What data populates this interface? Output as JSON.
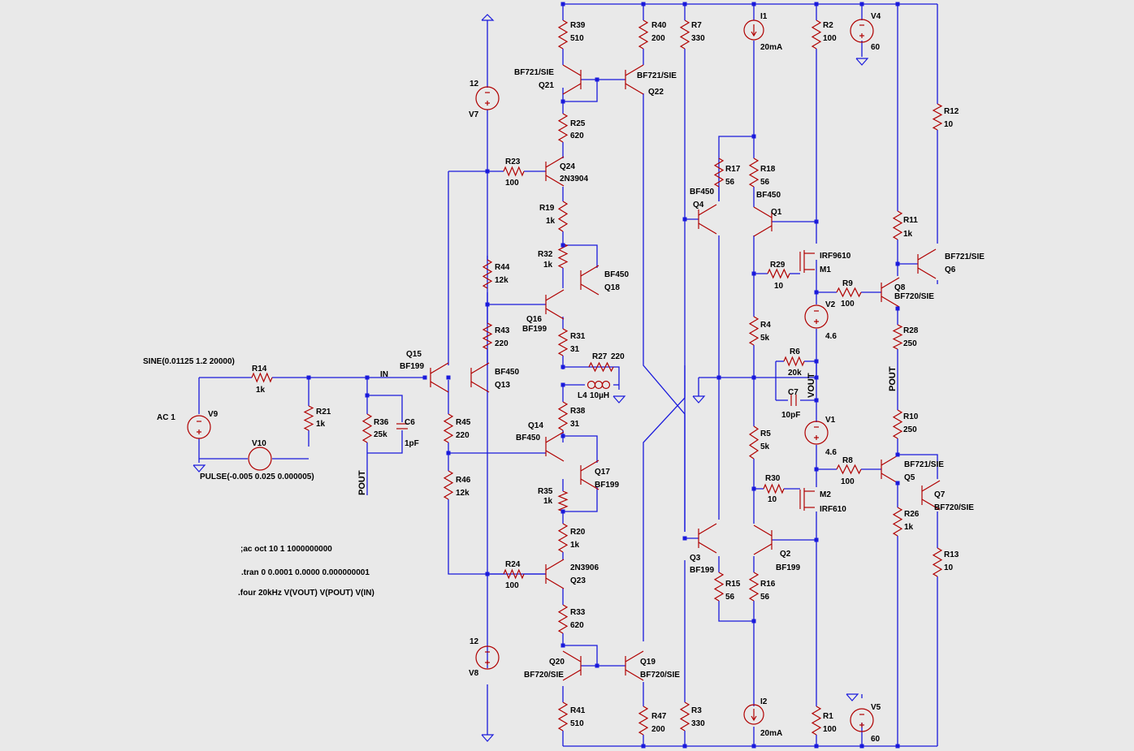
{
  "colors": {
    "background": "#e9e9e9",
    "wire": "#1a1adc",
    "component": "#b00000",
    "ground": "#1a1adc",
    "text": "#000000"
  },
  "labels": {
    "r39": "R39",
    "v510a": "510",
    "r40": "R40",
    "v200a": "200",
    "r7": "R7",
    "v330a": "330",
    "i1": "I1",
    "v20ma_a": "20mA",
    "r2": "R2",
    "v100a": "100",
    "v4": "V4",
    "v60a": "60",
    "v7_val": "12",
    "v7": "V7",
    "bf721_q21": "BF721/SIE",
    "q21": "Q21",
    "bf721_q22": "BF721/SIE",
    "q22": "Q22",
    "r25": "R25",
    "v620a": "620",
    "r23": "R23",
    "v100b": "100",
    "q24": "Q24",
    "n2n3904": "2N3904",
    "r12": "R12",
    "v10a": "10",
    "r17": "R17",
    "v56a": "56",
    "r18": "R18",
    "v56b": "56",
    "bf450_q4": "BF450",
    "bf450_q1": "BF450",
    "q4": "Q4",
    "q1": "Q1",
    "r19": "R19",
    "v1ka": "1k",
    "r11": "R11",
    "v1kb": "1k",
    "bf721_q6": "BF721/SIE",
    "q6": "Q6",
    "r32": "R32",
    "v1kc": "1k",
    "bf450_q18": "BF450",
    "q18": "Q18",
    "irf9610": "IRF9610",
    "m1": "M1",
    "r29": "R29",
    "v10b": "10",
    "r44": "R44",
    "v12ka": "12k",
    "r9": "R9",
    "v100c": "100",
    "q8": "Q8",
    "bf720_q8": "BF720/SIE",
    "v2": "V2",
    "v46a": "4.6",
    "q16": "Q16",
    "bf199_q16": "BF199",
    "r4": "R4",
    "v5ka": "5k",
    "r28": "R28",
    "v250a": "250",
    "r31": "R31",
    "v31a": "31",
    "r43": "R43",
    "v220a": "220",
    "r27": "R27",
    "v220b": "220",
    "r6": "R6",
    "v20k": "20k",
    "sine": "SINE(0.01125 1.2 20000)",
    "r14": "R14",
    "v1kd": "1k",
    "in": "IN",
    "q15": "Q15",
    "bf199_q15": "BF199",
    "bf450_q13": "BF450",
    "q13": "Q13",
    "l4": "L4",
    "l4v": "10µH",
    "vout": "VOUT",
    "pout_right": "POUT",
    "c7": "C7",
    "v10pf": "10pF",
    "ac1": "AC 1",
    "v9": "V9",
    "r21": "R21",
    "v1ke": "1k",
    "r36": "R36",
    "v25k": "25k",
    "c6": "C6",
    "v1pf": "1pF",
    "r45": "R45",
    "v220c": "220",
    "r38": "R38",
    "v31b": "31",
    "q14": "Q14",
    "bf450_q14": "BF450",
    "r10": "R10",
    "v250b": "250",
    "v1": "V1",
    "v46b": "4.6",
    "v10": "V10",
    "pulse": "PULSE(-0.005 0.025 0.000005)",
    "r5": "R5",
    "v5kb": "5k",
    "bf721_q5": "BF721/SIE",
    "q5": "Q5",
    "r46": "R46",
    "v12kb": "12k",
    "q17": "Q17",
    "bf199_q17": "BF199",
    "r8": "R8",
    "v100d": "100",
    "pout_left": "POUT",
    "r30": "R30",
    "v10c": "10",
    "m2": "M2",
    "irf610": "IRF610",
    "q7": "Q7",
    "bf720_q7": "BF720/SIE",
    "r35": "R35",
    "v1kf": "1k",
    "r26": "R26",
    "v1kg": "1k",
    "r20": "R20",
    "v1kh": "1k",
    "q3": "Q3",
    "bf199_q3": "BF199",
    "q2": "Q2",
    "bf199_q2": "BF199",
    "r13": "R13",
    "v10d": "10",
    "cmd_ac": ";ac oct 10 1 1000000000",
    "r24": "R24",
    "v100e": "100",
    "n2n3906": "2N3906",
    "q23": "Q23",
    "cmd_tran": ".tran 0 0.0001 0.0000 0.000000001",
    "r15": "R15",
    "v56c": "56",
    "r16": "R16",
    "v56d": "56",
    "cmd_four": ".four 20kHz V(VOUT) V(POUT) V(IN)",
    "r33": "R33",
    "v620b": "620",
    "v8_val": "12",
    "v8": "V8",
    "q20": "Q20",
    "bf720_q20": "BF720/SIE",
    "q19": "Q19",
    "bf720_q19": "BF720/SIE",
    "i2": "I2",
    "r41": "R41",
    "v510b": "510",
    "r47": "R47",
    "v200b": "200",
    "r3": "R3",
    "v330b": "330",
    "v20ma_b": "20mA",
    "r1": "R1",
    "v100f": "100",
    "v5": "V5",
    "v60b": "60"
  }
}
